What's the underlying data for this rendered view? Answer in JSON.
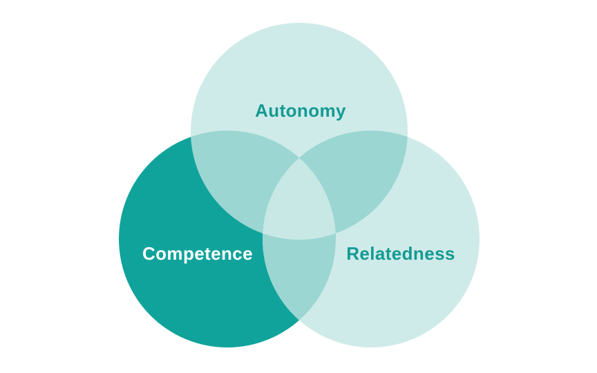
{
  "diagram": {
    "type": "venn",
    "sets": [
      {
        "label": "Autonomy",
        "position": "top"
      },
      {
        "label": "Competence",
        "position": "bottom-left"
      },
      {
        "label": "Relatedness",
        "position": "bottom-right"
      }
    ]
  },
  "colors": {
    "background": "#ffffff",
    "circle_light": "#cfebe9",
    "circle_dark": "#10a39b",
    "overlap_pair": "#9bd6d2",
    "overlap_center": "#c7e8e5",
    "label_teal": "#149a93",
    "label_white": "#ffffff"
  }
}
